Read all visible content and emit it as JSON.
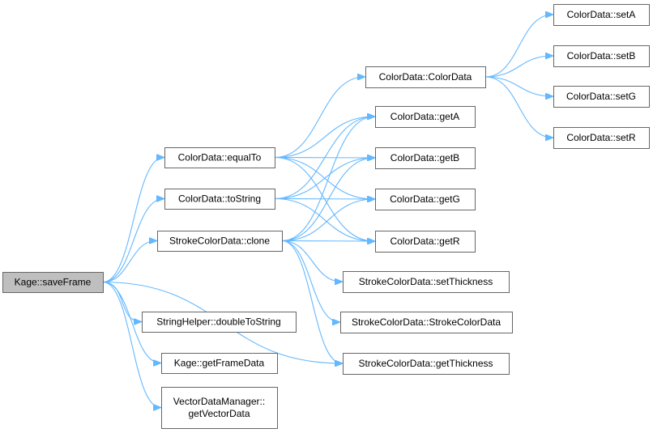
{
  "graph": {
    "edge_color": "#63b8ff",
    "node_fill": "#ffffff",
    "root_fill": "#bfbfbf",
    "border_color": "#666666",
    "nodes": [
      {
        "id": "kage_saveframe",
        "lines": [
          "Kage::saveFrame"
        ],
        "root": true
      },
      {
        "id": "colordata_equalto",
        "lines": [
          "ColorData::equalTo"
        ]
      },
      {
        "id": "colordata_tostring",
        "lines": [
          "ColorData::toString"
        ]
      },
      {
        "id": "strokecolordata_clone",
        "lines": [
          "StrokeColorData::clone"
        ]
      },
      {
        "id": "stringhelper_doubletostring",
        "lines": [
          "StringHelper::doubleToString"
        ]
      },
      {
        "id": "kage_getframedata",
        "lines": [
          "Kage::getFrameData"
        ]
      },
      {
        "id": "vectordatamanager_getvectordata",
        "lines": [
          "VectorDataManager::",
          "getVectorData"
        ]
      },
      {
        "id": "colordata_colordata",
        "lines": [
          "ColorData::ColorData"
        ]
      },
      {
        "id": "colordata_geta",
        "lines": [
          "ColorData::getA"
        ]
      },
      {
        "id": "colordata_getb",
        "lines": [
          "ColorData::getB"
        ]
      },
      {
        "id": "colordata_getg",
        "lines": [
          "ColorData::getG"
        ]
      },
      {
        "id": "colordata_getr",
        "lines": [
          "ColorData::getR"
        ]
      },
      {
        "id": "strokecolordata_setthickness",
        "lines": [
          "StrokeColorData::setThickness"
        ]
      },
      {
        "id": "strokecolordata_strokecolordata",
        "lines": [
          "StrokeColorData::StrokeColorData"
        ]
      },
      {
        "id": "strokecolordata_getthickness",
        "lines": [
          "StrokeColorData::getThickness"
        ]
      },
      {
        "id": "colordata_seta",
        "lines": [
          "ColorData::setA"
        ]
      },
      {
        "id": "colordata_setb",
        "lines": [
          "ColorData::setB"
        ]
      },
      {
        "id": "colordata_setg",
        "lines": [
          "ColorData::setG"
        ]
      },
      {
        "id": "colordata_setr",
        "lines": [
          "ColorData::setR"
        ]
      }
    ],
    "edges": [
      [
        "kage_saveframe",
        "colordata_equalto"
      ],
      [
        "kage_saveframe",
        "colordata_tostring"
      ],
      [
        "kage_saveframe",
        "strokecolordata_clone"
      ],
      [
        "kage_saveframe",
        "stringhelper_doubletostring"
      ],
      [
        "kage_saveframe",
        "kage_getframedata"
      ],
      [
        "kage_saveframe",
        "vectordatamanager_getvectordata"
      ],
      [
        "kage_saveframe",
        "strokecolordata_getthickness"
      ],
      [
        "colordata_equalto",
        "colordata_colordata"
      ],
      [
        "colordata_equalto",
        "colordata_geta"
      ],
      [
        "colordata_equalto",
        "colordata_getb"
      ],
      [
        "colordata_equalto",
        "colordata_getg"
      ],
      [
        "colordata_equalto",
        "colordata_getr"
      ],
      [
        "colordata_tostring",
        "colordata_geta"
      ],
      [
        "colordata_tostring",
        "colordata_getb"
      ],
      [
        "colordata_tostring",
        "colordata_getg"
      ],
      [
        "colordata_tostring",
        "colordata_getr"
      ],
      [
        "strokecolordata_clone",
        "colordata_geta"
      ],
      [
        "strokecolordata_clone",
        "colordata_getb"
      ],
      [
        "strokecolordata_clone",
        "colordata_getg"
      ],
      [
        "strokecolordata_clone",
        "colordata_getr"
      ],
      [
        "strokecolordata_clone",
        "strokecolordata_setthickness"
      ],
      [
        "strokecolordata_clone",
        "strokecolordata_strokecolordata"
      ],
      [
        "strokecolordata_clone",
        "strokecolordata_getthickness"
      ],
      [
        "colordata_colordata",
        "colordata_seta"
      ],
      [
        "colordata_colordata",
        "colordata_setb"
      ],
      [
        "colordata_colordata",
        "colordata_setg"
      ],
      [
        "colordata_colordata",
        "colordata_setr"
      ]
    ]
  }
}
